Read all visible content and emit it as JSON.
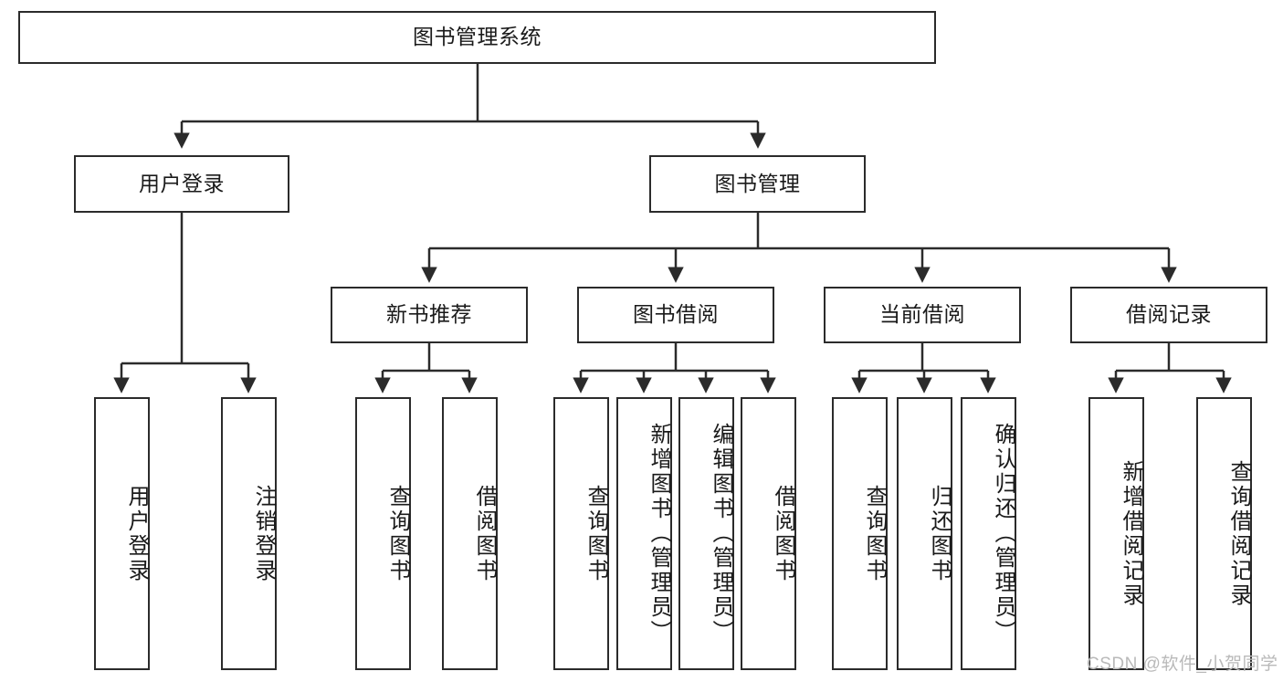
{
  "diagram": {
    "title": "图书管理系统",
    "root": {
      "label": "图书管理系统",
      "orientation": "horizontal"
    },
    "level2": [
      {
        "label": "用户登录",
        "orientation": "horizontal"
      },
      {
        "label": "图书管理",
        "orientation": "horizontal"
      }
    ],
    "level3": [
      {
        "label": "新书推荐",
        "orientation": "horizontal"
      },
      {
        "label": "图书借阅",
        "orientation": "horizontal"
      },
      {
        "label": "当前借阅",
        "orientation": "horizontal"
      },
      {
        "label": "借阅记录",
        "orientation": "horizontal"
      }
    ],
    "leaves": {
      "user_login": [
        {
          "label": "用户登录",
          "orientation": "vertical"
        },
        {
          "label": "注销登录",
          "orientation": "vertical"
        }
      ],
      "new_book_recommend": [
        {
          "label": "查询图书",
          "orientation": "vertical"
        },
        {
          "label": "借阅图书",
          "orientation": "vertical"
        }
      ],
      "book_borrow": [
        {
          "label": "查询图书",
          "orientation": "vertical"
        },
        {
          "label": "新增图书（管理员）",
          "orientation": "vertical"
        },
        {
          "label": "编辑图书（管理员）",
          "orientation": "vertical"
        },
        {
          "label": "借阅图书",
          "orientation": "vertical"
        }
      ],
      "current_borrow": [
        {
          "label": "查询图书",
          "orientation": "vertical"
        },
        {
          "label": "归还图书",
          "orientation": "vertical"
        },
        {
          "label": "确认归还（管理员）",
          "orientation": "vertical"
        }
      ],
      "borrow_record": [
        {
          "label": "新增借阅记录",
          "orientation": "vertical"
        },
        {
          "label": "查询借阅记录",
          "orientation": "vertical"
        }
      ]
    },
    "watermark": "CSDN @软件_小贺同学",
    "colors": {
      "stroke": "#2b2b2b",
      "fill": "#ffffff",
      "text": "#1a1a1a",
      "watermark": "#b9b9b9"
    }
  }
}
